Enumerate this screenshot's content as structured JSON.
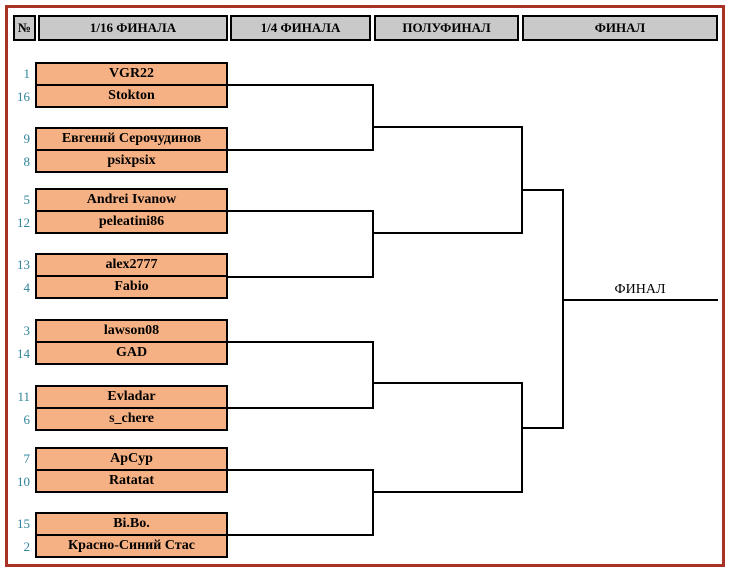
{
  "header": {
    "columns": [
      {
        "label": "№"
      },
      {
        "label": "1/16 ФИНАЛА"
      },
      {
        "label": "1/4 ФИНАЛА"
      },
      {
        "label": "ПОЛУФИНАЛ"
      },
      {
        "label": "ФИНАЛ"
      }
    ]
  },
  "bracket": {
    "final_label": "ФИНАЛ",
    "matches": [
      {
        "top": {
          "seed": "1",
          "name": "VGR22"
        },
        "bottom": {
          "seed": "16",
          "name": "Stokton"
        }
      },
      {
        "top": {
          "seed": "9",
          "name": "Евгений Серочудинов"
        },
        "bottom": {
          "seed": "8",
          "name": "psixpsix"
        }
      },
      {
        "top": {
          "seed": "5",
          "name": "Andrei Ivanow"
        },
        "bottom": {
          "seed": "12",
          "name": "peleatini86"
        }
      },
      {
        "top": {
          "seed": "13",
          "name": "alex2777"
        },
        "bottom": {
          "seed": "4",
          "name": "Fabio"
        }
      },
      {
        "top": {
          "seed": "3",
          "name": "lawson08"
        },
        "bottom": {
          "seed": "14",
          "name": "GAD"
        }
      },
      {
        "top": {
          "seed": "11",
          "name": "Evladar"
        },
        "bottom": {
          "seed": "6",
          "name": "s_chere"
        }
      },
      {
        "top": {
          "seed": "7",
          "name": "ApCyp"
        },
        "bottom": {
          "seed": "10",
          "name": "Ratatat"
        }
      },
      {
        "top": {
          "seed": "15",
          "name": "Bi.Bo."
        },
        "bottom": {
          "seed": "2",
          "name": "Красно-Синий Стас"
        }
      }
    ]
  },
  "colors": {
    "player_box_fill": "#f5b183",
    "header_fill": "#c9c9c9",
    "seed_text": "#31849b",
    "outer_border": "#a93226",
    "line": "#000000"
  }
}
